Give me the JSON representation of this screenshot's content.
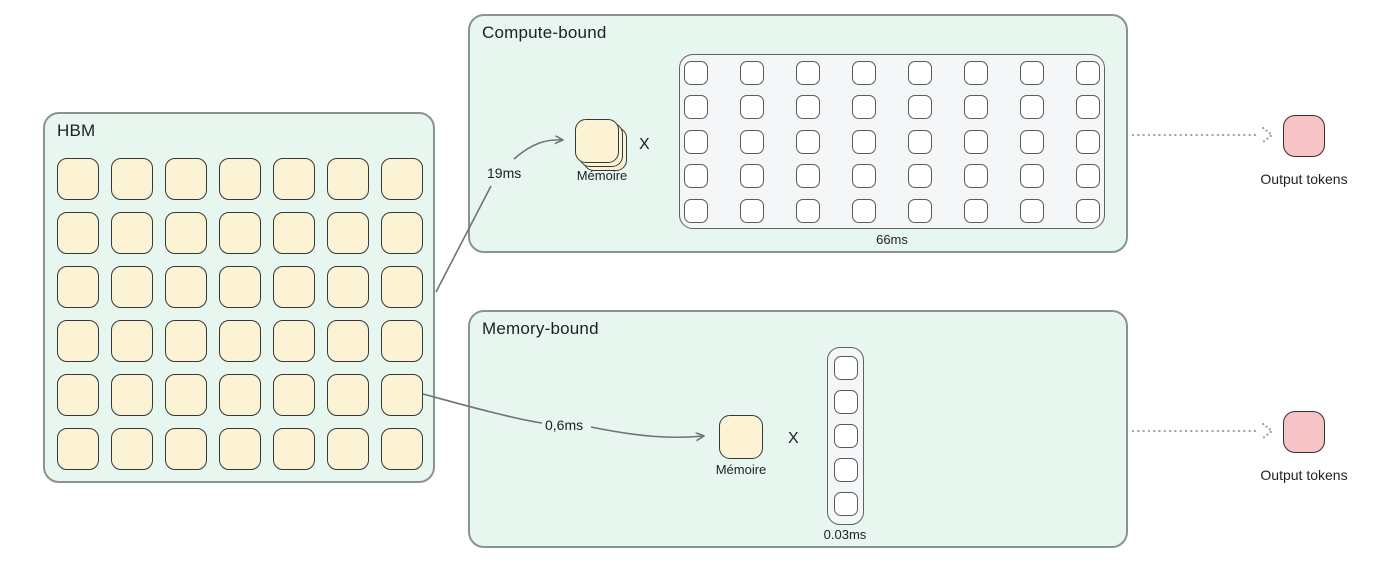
{
  "colors": {
    "box_bg": "#e7f6ee",
    "box_border": "#8a948e",
    "memory_cell_bg": "#fbf3d3",
    "memory_cell_border": "#33383b",
    "matrix_bg": "#f5f6f8",
    "matrix_border": "#5d6265",
    "matrix_cell_bg": "#ffffff",
    "output_token_bg": "#f8c3c6",
    "output_token_border": "#2c2f31",
    "connector": "#6f7376",
    "dotted_arrow": "#9aa0a3",
    "text": "#1d2124"
  },
  "hbm": {
    "title": "HBM",
    "grid": {
      "rows": 6,
      "cols": 7
    }
  },
  "compute_bound": {
    "title": "Compute-bound",
    "load_time": "19ms",
    "memory_label": "Mémoire",
    "operator": "X",
    "matrix": {
      "rows": 5,
      "cols": 8
    },
    "compute_time": "66ms",
    "output_label": "Output tokens"
  },
  "memory_bound": {
    "title": "Memory-bound",
    "load_time": "0,6ms",
    "memory_label": "Mémoire",
    "operator": "X",
    "vector": {
      "rows": 5,
      "cols": 1
    },
    "compute_time": "0.03ms",
    "output_label": "Output tokens"
  }
}
